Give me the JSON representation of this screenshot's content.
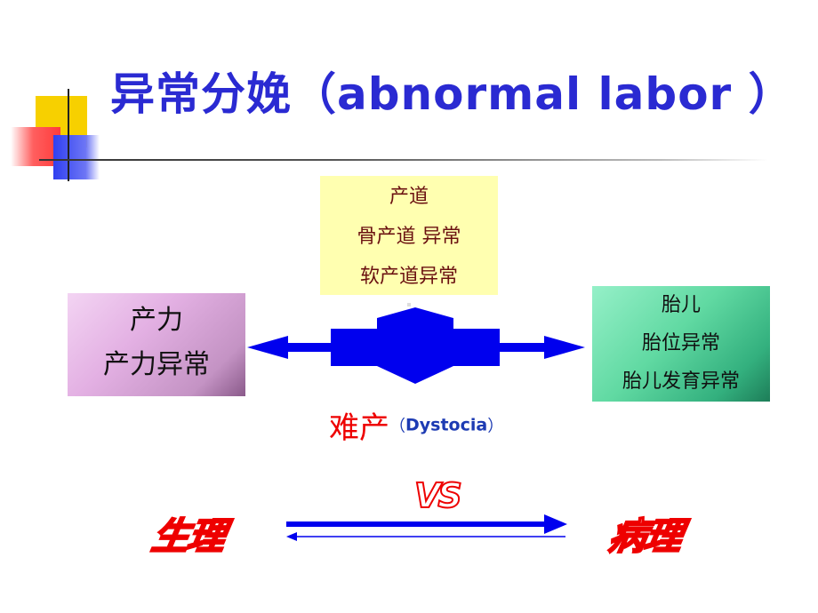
{
  "title": "异常分娩（abnormal labor ）",
  "box_top": {
    "line1": "产道",
    "line2": "骨产道 异常",
    "line3": "软产道异常"
  },
  "box_left": {
    "line1": "产力",
    "line2": "产力异常"
  },
  "box_right": {
    "line1": "胎儿",
    "line2": "胎位异常",
    "line3": "胎儿发育异常"
  },
  "center": {
    "label": "难产",
    "paren_open": "（",
    "english": "Dystocia",
    "paren_close": "）"
  },
  "bottom": {
    "left_word": "生理",
    "vs": "VS",
    "right_word": "病理"
  },
  "colors": {
    "title": "#2a2ad2",
    "arrow": "#0000ee",
    "dystocia": "#ee0000",
    "top_box": "#ffffb0"
  }
}
